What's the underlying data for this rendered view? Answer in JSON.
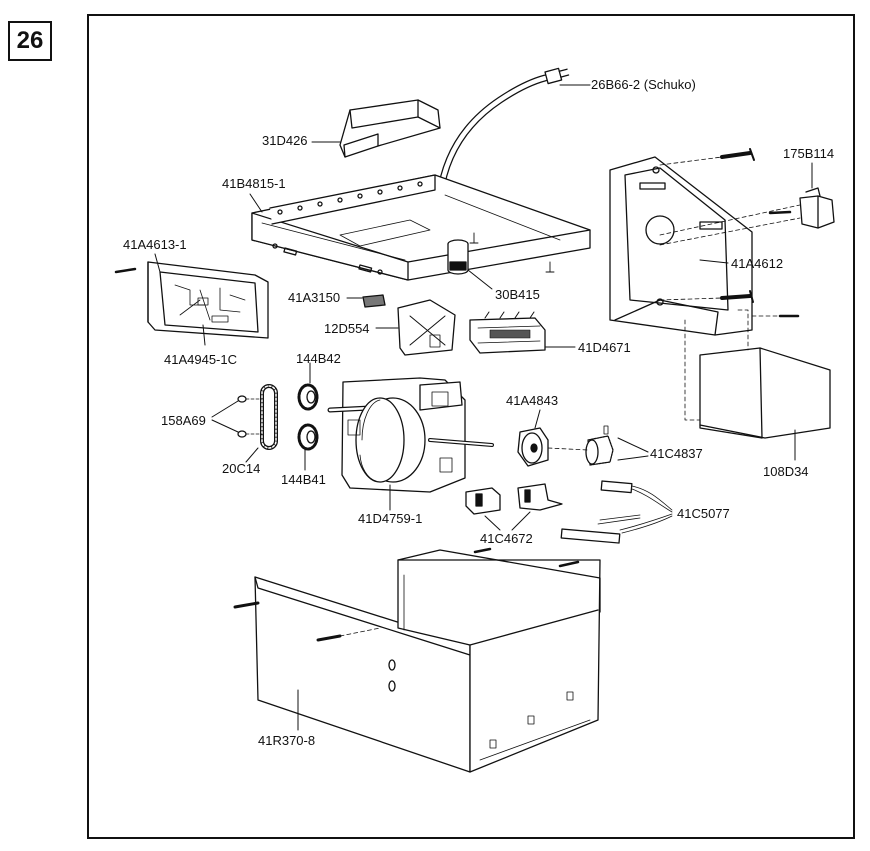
{
  "page_number": "26",
  "labels": {
    "power_cord": "26B66-2 (Schuko)",
    "light_lens": "31D426",
    "chassis": "41B4815-1",
    "light_socket_cover": "175B114",
    "logic_board_bracket": "41A4613-1",
    "end_panel": "41A4612",
    "terminal_block": "41A3150",
    "capacitor": "30B415",
    "bracket_12d554": "12D554",
    "limit_switch_assembly": "41D4671",
    "logic_board": "41A4945-1C",
    "sprocket_upper": "144B42",
    "washers": "158A69",
    "belt": "20C14",
    "sprocket_lower": "144B41",
    "worm_gear": "41A4843",
    "drive_assembly": "41D4759-1",
    "helical_gear": "41C4837",
    "rear_cover": "108D34",
    "wire_harness": "41C5077",
    "switch_brackets": "41C4672",
    "housing": "41R370-8"
  }
}
